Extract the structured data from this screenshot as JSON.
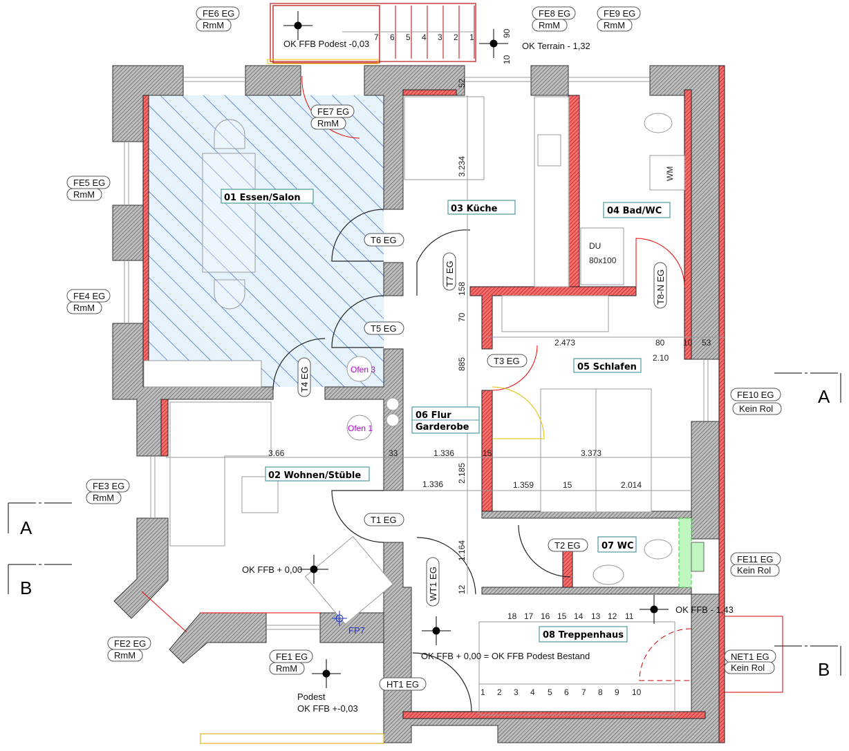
{
  "rooms": {
    "r01": "01 Essen/Salon",
    "r02": "02 Wohnen/Stüble",
    "r03": "03 Küche",
    "r04": "04 Bad/WC",
    "r05": "05 Schlafen",
    "r06a": "06 Flur",
    "r06b": "Garderobe",
    "r07": "07 WC",
    "r08": "08 Treppenhaus"
  },
  "windows": [
    {
      "id": "FE6 EG",
      "type": "RmM"
    },
    {
      "id": "FE8 EG",
      "type": "RmM"
    },
    {
      "id": "FE9 EG",
      "type": "RmM"
    },
    {
      "id": "FE7 EG",
      "type": "RmM"
    },
    {
      "id": "FE5 EG",
      "type": "RmM"
    },
    {
      "id": "FE4 EG",
      "type": "RmM"
    },
    {
      "id": "FE3 EG",
      "type": "RmM"
    },
    {
      "id": "FE2 EG",
      "type": "RmM"
    },
    {
      "id": "FE1 EG",
      "type": "RmM"
    },
    {
      "id": "FE10 EG",
      "type": "Kein Rol"
    },
    {
      "id": "FE11 EG",
      "type": "Kein Rol"
    },
    {
      "id": "NET1 EG",
      "type": "Kein Rol"
    }
  ],
  "doors": [
    "T6 EG",
    "T5 EG",
    "T4 EG",
    "T7 EG",
    "T8-N EG",
    "T3 EG",
    "T1 EG",
    "T2 EG",
    "WT1 EG",
    "HT1 EG"
  ],
  "levels": {
    "podest_top": "OK FFB Podest -0,03",
    "terrain": "OK Terrain - 1,32",
    "ffb_main": "OK FFB + 0,00",
    "ffb_stair": "OK FFB - 1,43",
    "ffb_bestand": "OK FFB + 0,00 = OK FFB Podest Bestand",
    "podest_label": "Podest",
    "podest_bottom": "OK FFB +-0,03"
  },
  "dimensions": [
    "90",
    "10",
    "52",
    "3.234",
    "158",
    "70",
    "885",
    "2.185",
    "1.164",
    "12",
    "2.473",
    "80",
    "10",
    "53",
    "2.10",
    "3.66",
    "33",
    "1.336",
    "15",
    "3.373",
    "1.336",
    "1.359",
    "15",
    "2.014"
  ],
  "stairs_top": [
    "7",
    "6",
    "5",
    "4",
    "3",
    "2",
    "1"
  ],
  "stairs_upper": [
    "18",
    "17",
    "16",
    "15",
    "14",
    "13",
    "12",
    "11"
  ],
  "stairs_lower": [
    "1",
    "2",
    "3",
    "4",
    "5",
    "6",
    "7",
    "8",
    "9",
    "10"
  ],
  "fixtures": {
    "ofen3": "Ofen 3",
    "ofen1": "Ofen 1",
    "du": "DU",
    "du_size": "80x100",
    "wm": "WM",
    "fp7": "FP7"
  },
  "sections": {
    "a": "A",
    "b": "B"
  },
  "colors": {
    "wall_new": "#e84040",
    "wall_existing": "#888888",
    "hatch_area": "#1a4fd0",
    "room_box": "#4a9a9a",
    "ofen": "#b000d0"
  }
}
